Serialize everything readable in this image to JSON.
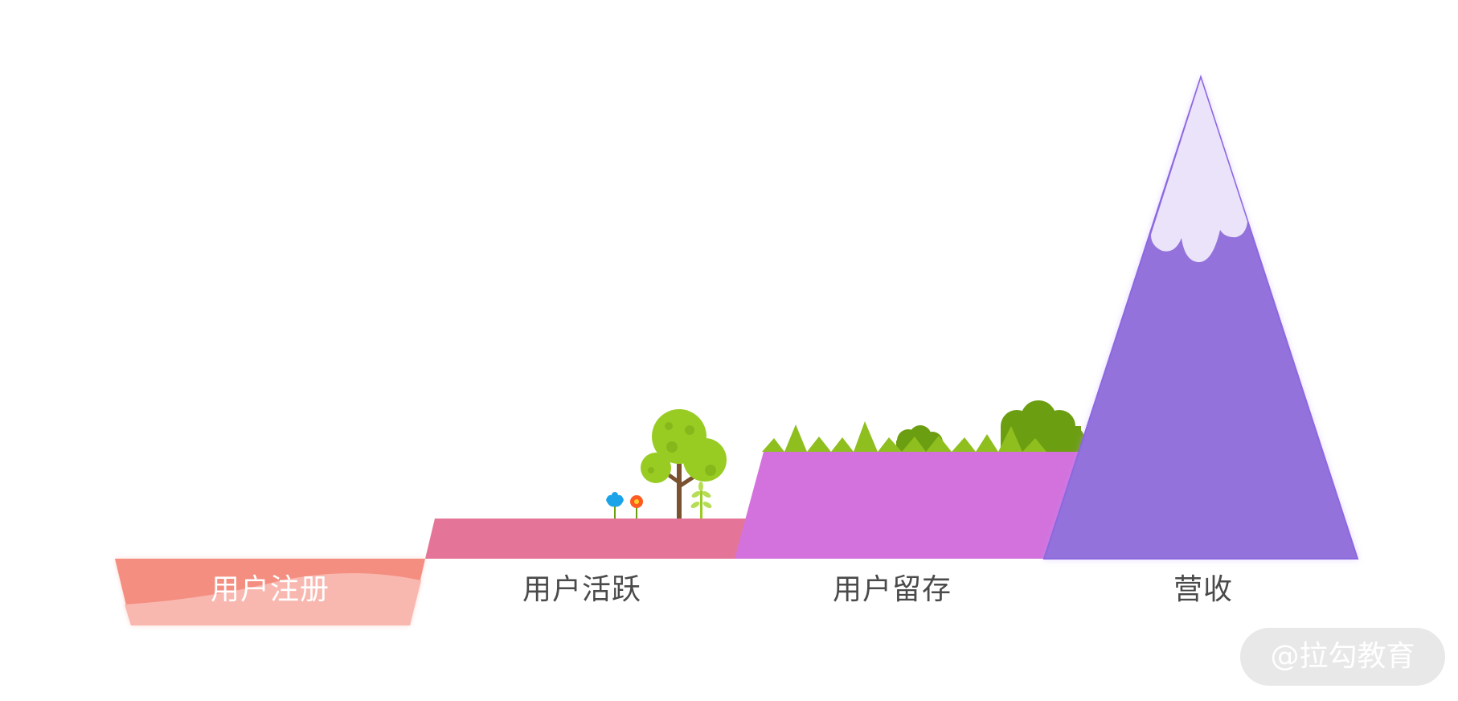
{
  "stages": [
    {
      "label": "用户注册",
      "color": "#f48e80",
      "active": true
    },
    {
      "label": "用户活跃",
      "color": "#e57598"
    },
    {
      "label": "用户留存",
      "color": "#d372dc"
    },
    {
      "label": "营收",
      "color": "#9372dc"
    }
  ],
  "watermark": "@拉勾教育",
  "colors": {
    "grass": "#8fbf1f",
    "bush": "#6c9e12",
    "tree": "#98cc22",
    "snow": "#ebe3fa"
  }
}
